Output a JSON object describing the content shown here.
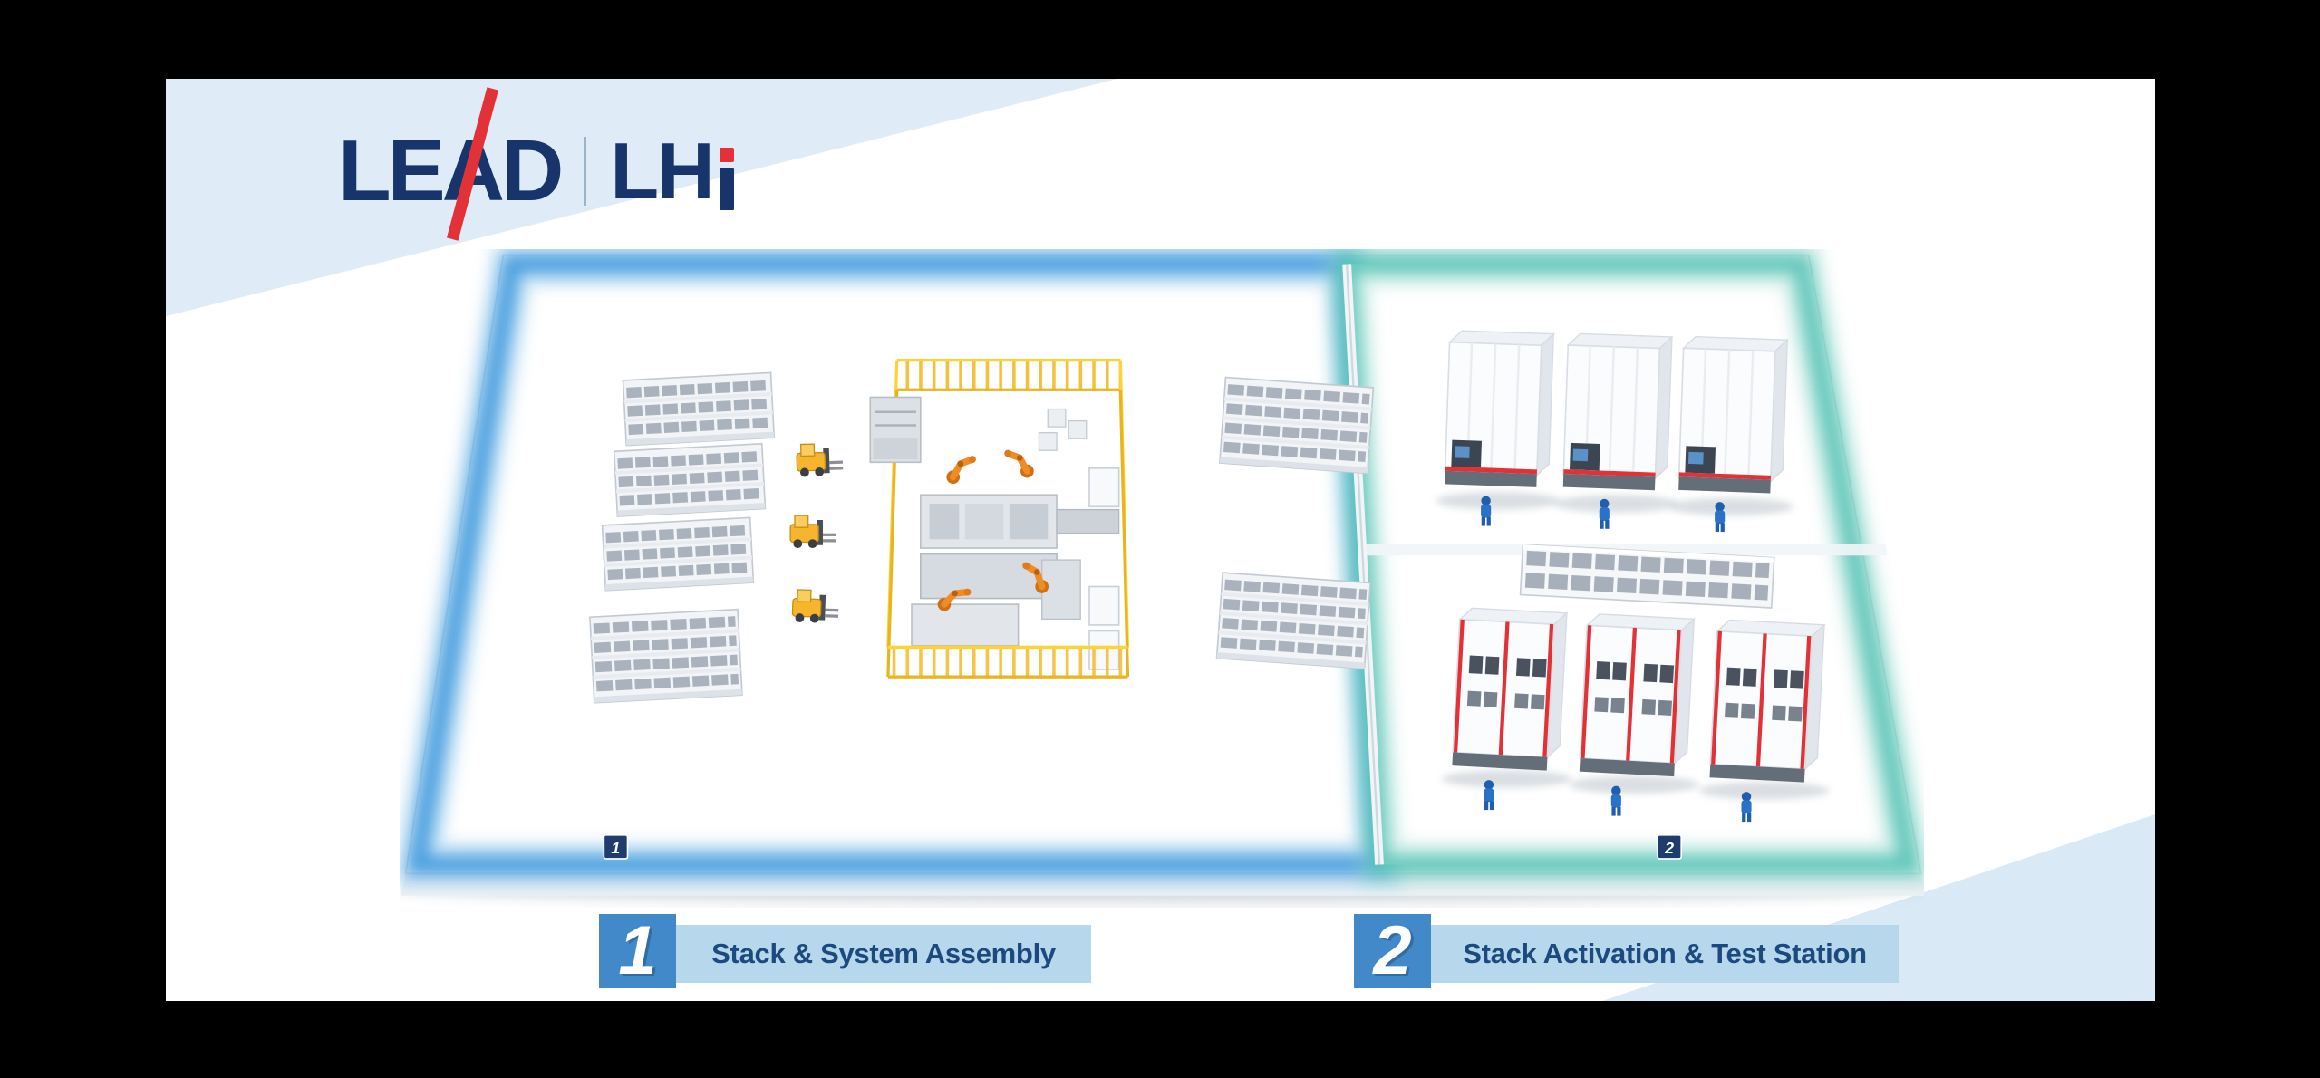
{
  "window": {
    "bg": "#000000"
  },
  "header": {
    "logo_lead": "LEAD",
    "logo_lhi": "LHi",
    "logo_lhi_base": "LH"
  },
  "floor": {
    "zone1_badge": "1",
    "zone2_badge": "2",
    "zone1_glow": "#3f9ade",
    "zone2_glow": "#58c4b6"
  },
  "legend": {
    "items": [
      {
        "number": "1",
        "label": "Stack & System Assembly"
      },
      {
        "number": "2",
        "label": "Stack Activation & Test Station"
      }
    ]
  },
  "colors": {
    "logo_navy": "#18356b",
    "logo_red": "#e23137",
    "legend_bar": "#b7d7ec",
    "legend_text": "#1c4a7e",
    "legend_number_block": "#4189c8",
    "badge_navy": "#1e3c6d",
    "corner_wedge_blue": "#dfecf7",
    "forklift_yellow": "#f6b52c",
    "fence_yellow": "#f3b92a",
    "robot_orange": "#ef8c26"
  }
}
